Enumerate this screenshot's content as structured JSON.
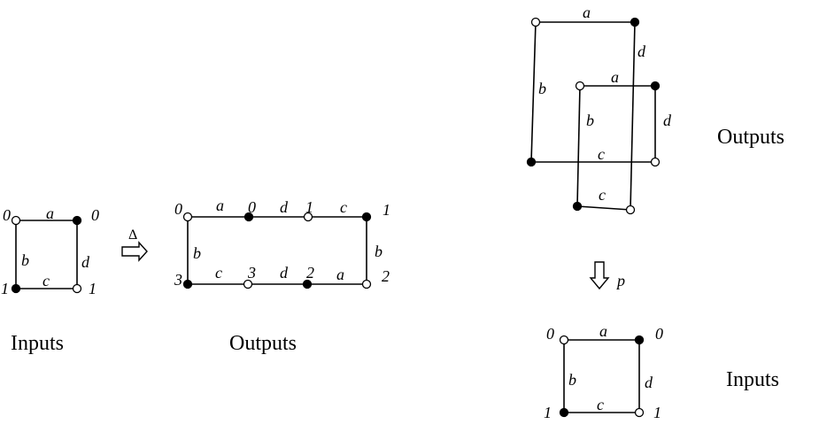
{
  "captions": {
    "inputs_left": "Inputs",
    "outputs_left": "Outputs",
    "outputs_right": "Outputs",
    "inputs_right": "Inputs"
  },
  "arrows": {
    "delta": "Δ",
    "p": "p"
  },
  "input_square": {
    "edges": {
      "top": "a",
      "left": "b",
      "right": "d",
      "bottom": "c"
    },
    "vertices": {
      "top_left": "0",
      "top_right": "0",
      "bottom_left": "1",
      "bottom_right": "1"
    }
  },
  "output_strip": {
    "top_edges": [
      "a",
      "d",
      "c"
    ],
    "bottom_edges": [
      "c",
      "d",
      "a"
    ],
    "left_edge": "b",
    "right_edge": "b",
    "top_vertices": [
      "0",
      "0",
      "1",
      "1"
    ],
    "bottom_vertices": [
      "3",
      "3",
      "2",
      "2"
    ]
  },
  "cover": {
    "outer": {
      "top": "a",
      "left": "b",
      "right": "d",
      "bottom": "c"
    },
    "inner": {
      "top": "a",
      "left": "b",
      "right": "d",
      "bottom": "c"
    }
  },
  "base_square": {
    "edges": {
      "top": "a",
      "left": "b",
      "right": "d",
      "bottom": "c"
    },
    "vertices": {
      "top_left": "0",
      "top_right": "0",
      "bottom_left": "1",
      "bottom_right": "1"
    }
  }
}
